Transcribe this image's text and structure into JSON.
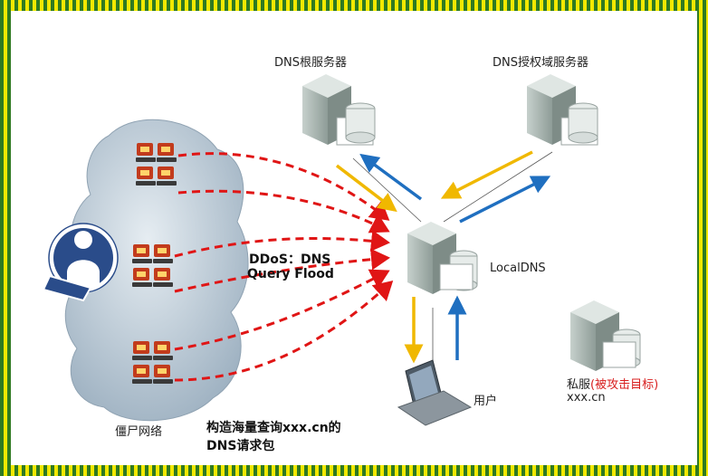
{
  "servers": {
    "root_label": "DNS根服务器",
    "auth_label": "DNS授权域服务器",
    "local_label": "LocalDNS",
    "private_label": "私服",
    "private_target_open": "(",
    "private_target": "被攻击目标",
    "private_target_close": ")",
    "private_domain": "xxx.cn"
  },
  "user_label": "用户",
  "botnet_label": "僵尸网络",
  "attack": {
    "line1": "DDoS：DNS",
    "line2": "Query Flood"
  },
  "caption": {
    "line1": "构造海量查询xxx.cn的",
    "line2": "DNS请求包"
  },
  "colors": {
    "border_yellow": "#f2e800",
    "border_green": "#2f7a22",
    "attack_red": "#e01515",
    "query_yellow": "#f0b800",
    "reply_blue": "#1f6fc0",
    "server_gray": "#a9b4b0",
    "cloud_blue": "#bccbd6"
  }
}
